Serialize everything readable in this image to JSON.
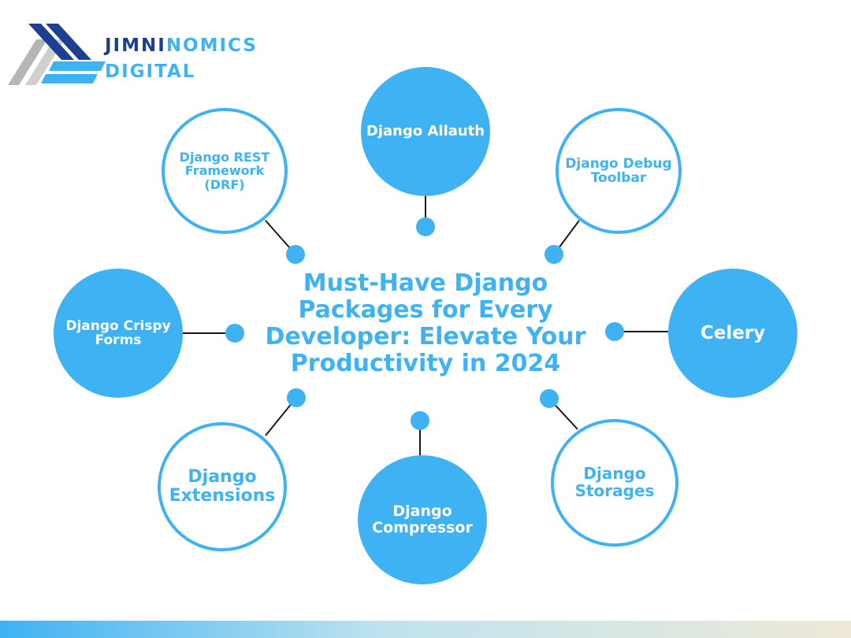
{
  "logo": {
    "brand_part_a": "JIMNI",
    "brand_part_b": "NOMICS",
    "brand_line2": "DIGITAL"
  },
  "center_title": "Must-Have Django Packages for Every Developer: Elevate Your Productivity in 2024",
  "nodes": [
    {
      "label": "Django Allauth"
    },
    {
      "label": "Django Debug\nToolbar"
    },
    {
      "label": "Celery"
    },
    {
      "label": "Django\nStorages"
    },
    {
      "label": "Django\nCompressor"
    },
    {
      "label": "Django\nExtensions"
    },
    {
      "label": "Django Crispy\nForms"
    },
    {
      "label": "Django REST\nFramework\n(DRF)"
    }
  ],
  "colors": {
    "accent": "#3fb2f4",
    "logo_navy": "#1d3f92",
    "logo_gray": "#b5b5b5",
    "connector": "#1a1a1a"
  }
}
